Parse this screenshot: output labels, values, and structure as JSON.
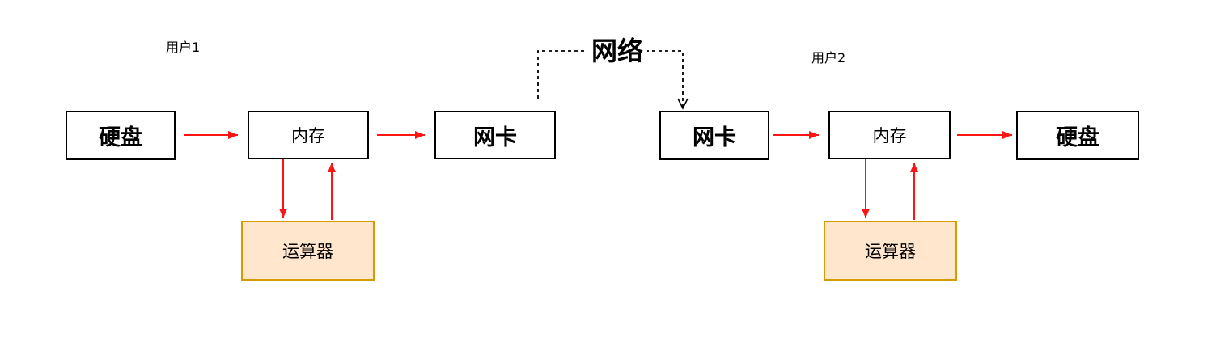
{
  "diagram": {
    "labels": {
      "user1": "用户1",
      "user2": "用户2",
      "network": "网络"
    },
    "nodes": {
      "hdd1": {
        "label": "硬盘"
      },
      "mem1": {
        "label": "内存"
      },
      "nic1": {
        "label": "网卡"
      },
      "nic2": {
        "label": "网卡"
      },
      "mem2": {
        "label": "内存"
      },
      "hdd2": {
        "label": "硬盘"
      },
      "alu1": {
        "label": "运算器"
      },
      "alu2": {
        "label": "运算器"
      }
    },
    "colors": {
      "arrow_red": "#FF1414",
      "alu_fill": "#FFE6CC",
      "alu_border": "#D79B00",
      "box_border": "#000000",
      "dashed_connector": "#000000",
      "background": "#FFFFFF",
      "text": "#000000"
    }
  }
}
